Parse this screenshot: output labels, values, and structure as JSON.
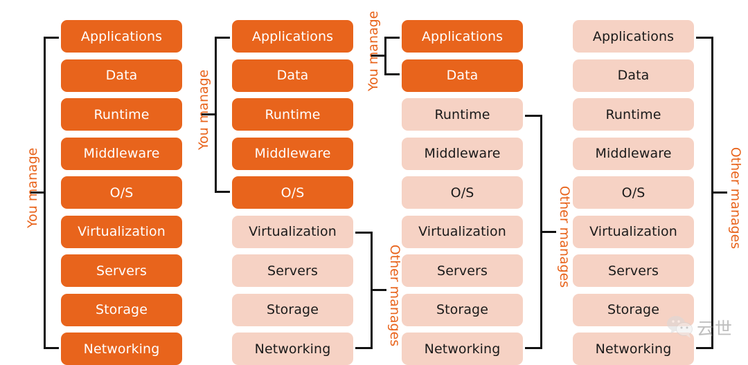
{
  "diagram": {
    "layer_names": [
      "Applications",
      "Data",
      "Runtime",
      "Middleware",
      "O/S",
      "Virtualization",
      "Servers",
      "Storage",
      "Networking"
    ],
    "captions": {
      "you_manage": "You manage",
      "other_manages": "Other manages"
    },
    "colors": {
      "managed": "#E8641C",
      "other": "#F6D2C4",
      "managed_text": "#FFFFFF",
      "other_text": "#1A1A1A",
      "bracket": "#111111",
      "caption": "#E8641C",
      "background": "#FFFFFF"
    },
    "columns": [
      {
        "id": "column-1",
        "managed_count": 9,
        "layers": [
          {
            "label": "Applications",
            "owner": "you"
          },
          {
            "label": "Data",
            "owner": "you"
          },
          {
            "label": "Runtime",
            "owner": "you"
          },
          {
            "label": "Middleware",
            "owner": "you"
          },
          {
            "label": "O/S",
            "owner": "you"
          },
          {
            "label": "Virtualization",
            "owner": "you"
          },
          {
            "label": "Servers",
            "owner": "you"
          },
          {
            "label": "Storage",
            "owner": "you"
          },
          {
            "label": "Networking",
            "owner": "you"
          }
        ],
        "brackets": [
          {
            "caption": "You manage",
            "side": "left",
            "from": 0,
            "to": 8
          }
        ]
      },
      {
        "id": "column-2",
        "managed_count": 5,
        "layers": [
          {
            "label": "Applications",
            "owner": "you"
          },
          {
            "label": "Data",
            "owner": "you"
          },
          {
            "label": "Runtime",
            "owner": "you"
          },
          {
            "label": "Middleware",
            "owner": "you"
          },
          {
            "label": "O/S",
            "owner": "you"
          },
          {
            "label": "Virtualization",
            "owner": "other"
          },
          {
            "label": "Servers",
            "owner": "other"
          },
          {
            "label": "Storage",
            "owner": "other"
          },
          {
            "label": "Networking",
            "owner": "other"
          }
        ],
        "brackets": [
          {
            "caption": "You manage",
            "side": "left",
            "from": 0,
            "to": 4
          },
          {
            "caption": "Other manages",
            "side": "right",
            "from": 5,
            "to": 8
          }
        ]
      },
      {
        "id": "column-3",
        "managed_count": 2,
        "layers": [
          {
            "label": "Applications",
            "owner": "you"
          },
          {
            "label": "Data",
            "owner": "you"
          },
          {
            "label": "Runtime",
            "owner": "other"
          },
          {
            "label": "Middleware",
            "owner": "other"
          },
          {
            "label": "O/S",
            "owner": "other"
          },
          {
            "label": "Virtualization",
            "owner": "other"
          },
          {
            "label": "Servers",
            "owner": "other"
          },
          {
            "label": "Storage",
            "owner": "other"
          },
          {
            "label": "Networking",
            "owner": "other"
          }
        ],
        "brackets": [
          {
            "caption": "You manage",
            "side": "left",
            "from": 0,
            "to": 1
          },
          {
            "caption": "Other manages",
            "side": "right",
            "from": 2,
            "to": 8
          }
        ]
      },
      {
        "id": "column-4",
        "managed_count": 0,
        "layers": [
          {
            "label": "Applications",
            "owner": "other"
          },
          {
            "label": "Data",
            "owner": "other"
          },
          {
            "label": "Runtime",
            "owner": "other"
          },
          {
            "label": "Middleware",
            "owner": "other"
          },
          {
            "label": "O/S",
            "owner": "other"
          },
          {
            "label": "Virtualization",
            "owner": "other"
          },
          {
            "label": "Servers",
            "owner": "other"
          },
          {
            "label": "Storage",
            "owner": "other"
          },
          {
            "label": "Networking",
            "owner": "other"
          }
        ],
        "brackets": [
          {
            "caption": "Other manages",
            "side": "right",
            "from": 0,
            "to": 8
          }
        ]
      }
    ]
  },
  "watermark": {
    "icon": "wechat-icon",
    "text": "云世"
  }
}
